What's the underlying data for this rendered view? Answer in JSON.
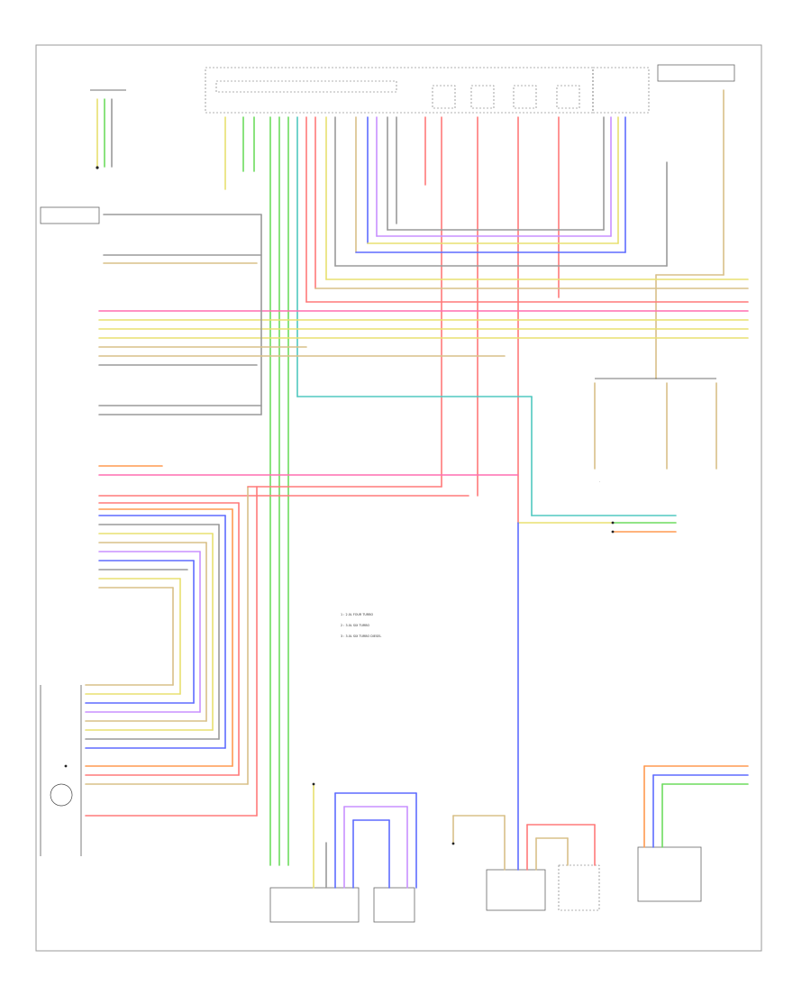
{
  "footer_code": "",
  "legend": {
    "line1": "1 : 2.0L FOUR TURBO",
    "line2": "2 : 3.0L SIX TURBO",
    "line3": "3 : 3.0L SIX TURBO DIESEL"
  },
  "colors": {
    "yellow": "#e8e070",
    "green": "#6ddc5e",
    "red": "#ff7a7a",
    "pink": "#ff6fb0",
    "blue": "#5e6cff",
    "violet": "#c890ff",
    "tan": "#d8c088",
    "orange": "#ff9a50",
    "cyan": "#50c8c0",
    "gray": "#9a9a9a",
    "dark": "#333333"
  },
  "icons": [
    "ground-symbol",
    "switch-symbol",
    "connector-pin"
  ]
}
